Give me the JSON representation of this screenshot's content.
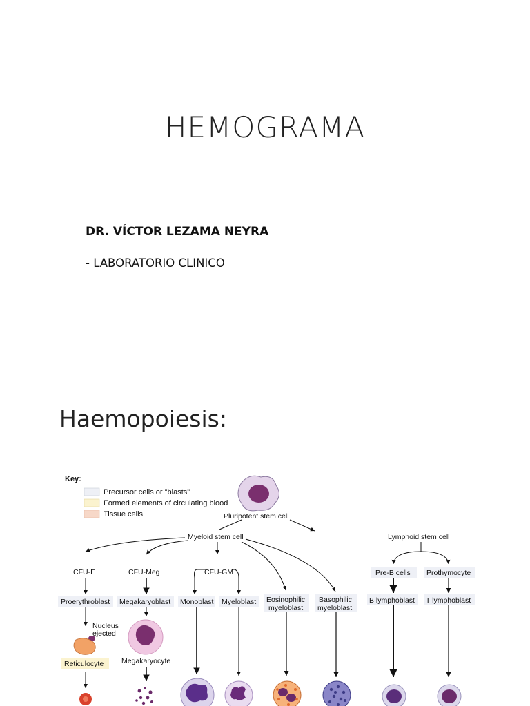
{
  "slide1": {
    "title": "HEMOGRAMA",
    "author": "DR. VÍCTOR LEZAMA NEYRA",
    "department": "- LABORATORIO CLINICO"
  },
  "slide2": {
    "title": "Haemopoiesis:",
    "key": {
      "heading": "Key:",
      "items": [
        {
          "label": "Precursor cells or \"blasts\"",
          "color": "#eef0f6"
        },
        {
          "label": "Formed elements of circulating blood",
          "color": "#fbf3cf"
        },
        {
          "label": "Tissue cells",
          "color": "#f7d8c8"
        }
      ]
    },
    "nodes": {
      "pluripotent": "Pluripotent stem cell",
      "myeloid": "Myeloid stem cell",
      "lymphoid": "Lymphoid stem cell",
      "cfu_e": "CFU-E",
      "cfu_meg": "CFU-Meg",
      "cfu_gm": "CFU-GM",
      "pre_b": "Pre-B cells",
      "prothymocyte": "Prothymocyte",
      "proerythroblast": "Proerythroblast",
      "megakaryoblast": "Megakaryoblast",
      "monoblast": "Monoblast",
      "myeloblast": "Myeloblast",
      "eosinophilic_1": "Eosinophilic",
      "eosinophilic_2": "myeloblast",
      "basophilic_1": "Basophilic",
      "basophilic_2": "myeloblast",
      "b_lymphoblast": "B lymphoblast",
      "t_lymphoblast": "T lymphoblast",
      "nucleus_1": "Nucleus",
      "nucleus_2": "ejected",
      "reticulocyte": "Reticulocyte",
      "megakaryocyte": "Megakaryocyte"
    },
    "colors": {
      "precursor_box": "#eef0f6",
      "circulating_box": "#fbf3cf",
      "cell_nucleus": "#7a2f6e",
      "cell_cytoplasm": "#e4d4ea",
      "rbc": "#d9422c",
      "eosinophil_granules": "#e06a2c",
      "basophil_granules": "#3d3b86"
    }
  }
}
